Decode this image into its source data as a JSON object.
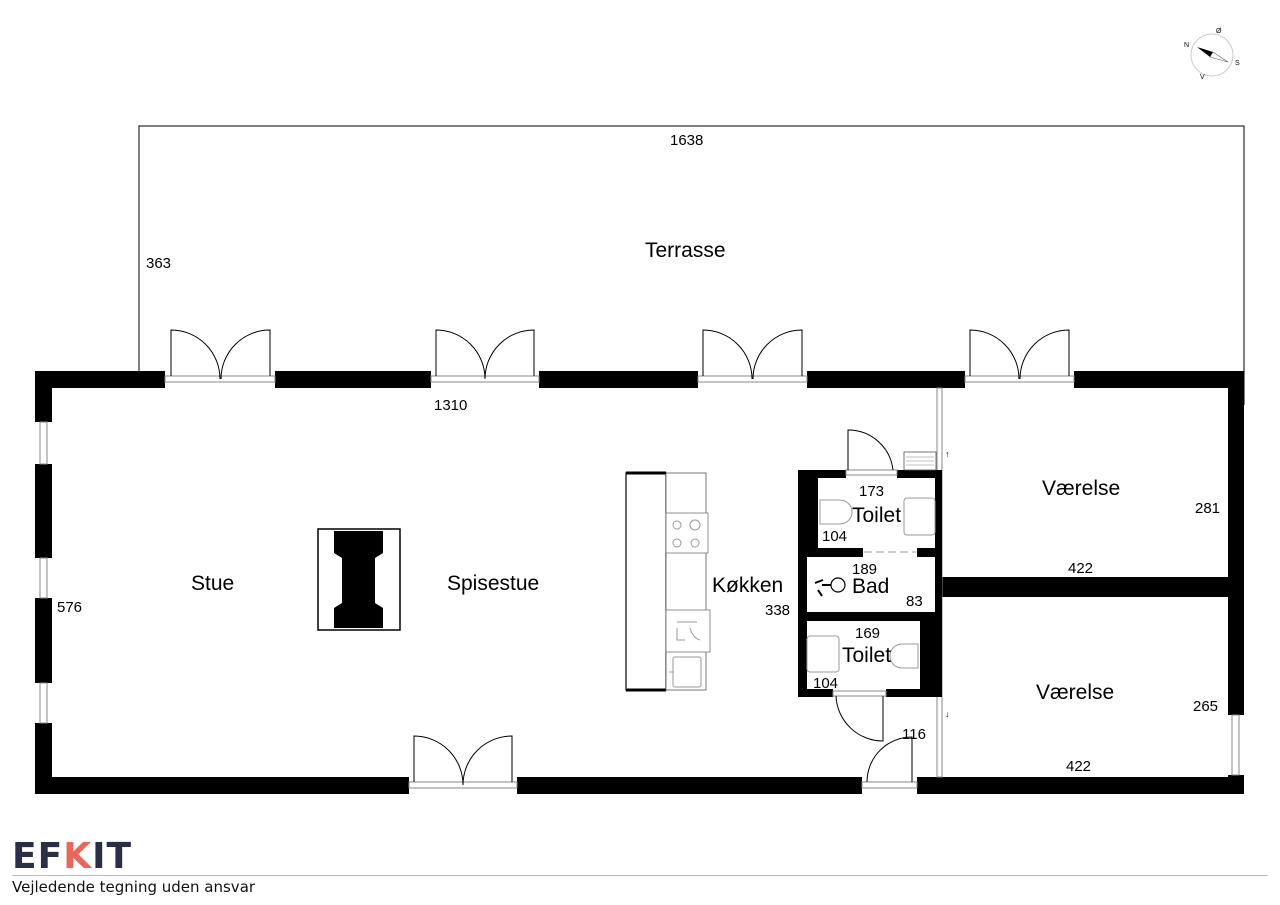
{
  "rooms": {
    "terrace": "Terrasse",
    "living": "Stue",
    "dining": "Spisestue",
    "kitchen": "Køkken",
    "toilet_1": "Toilet",
    "bath": "Bad",
    "toilet_2": "Toilet",
    "bedroom_1": "Værelse",
    "bedroom_2": "Værelse"
  },
  "dimensions": {
    "terrace_width": "1638",
    "terrace_depth": "363",
    "house_width": "1310",
    "house_depth": "576",
    "kitchen_depth": "338",
    "toilet_1_width": "173",
    "toilet_1_depth": "104",
    "bath_width": "189",
    "bath_depth": "83",
    "toilet_2_width": "169",
    "toilet_2_depth": "104",
    "hall_width": "116",
    "bedroom_1_width": "422",
    "bedroom_1_depth": "281",
    "bedroom_2_width": "422",
    "bedroom_2_depth": "265"
  },
  "compass": {
    "n": "N",
    "e": "Ø",
    "s": "S",
    "w": "V"
  },
  "footer": {
    "logo_part1": "EF",
    "logo_part2": "K",
    "logo_part3": "IT",
    "disclaimer": "Vejledende tegning uden ansvar"
  }
}
